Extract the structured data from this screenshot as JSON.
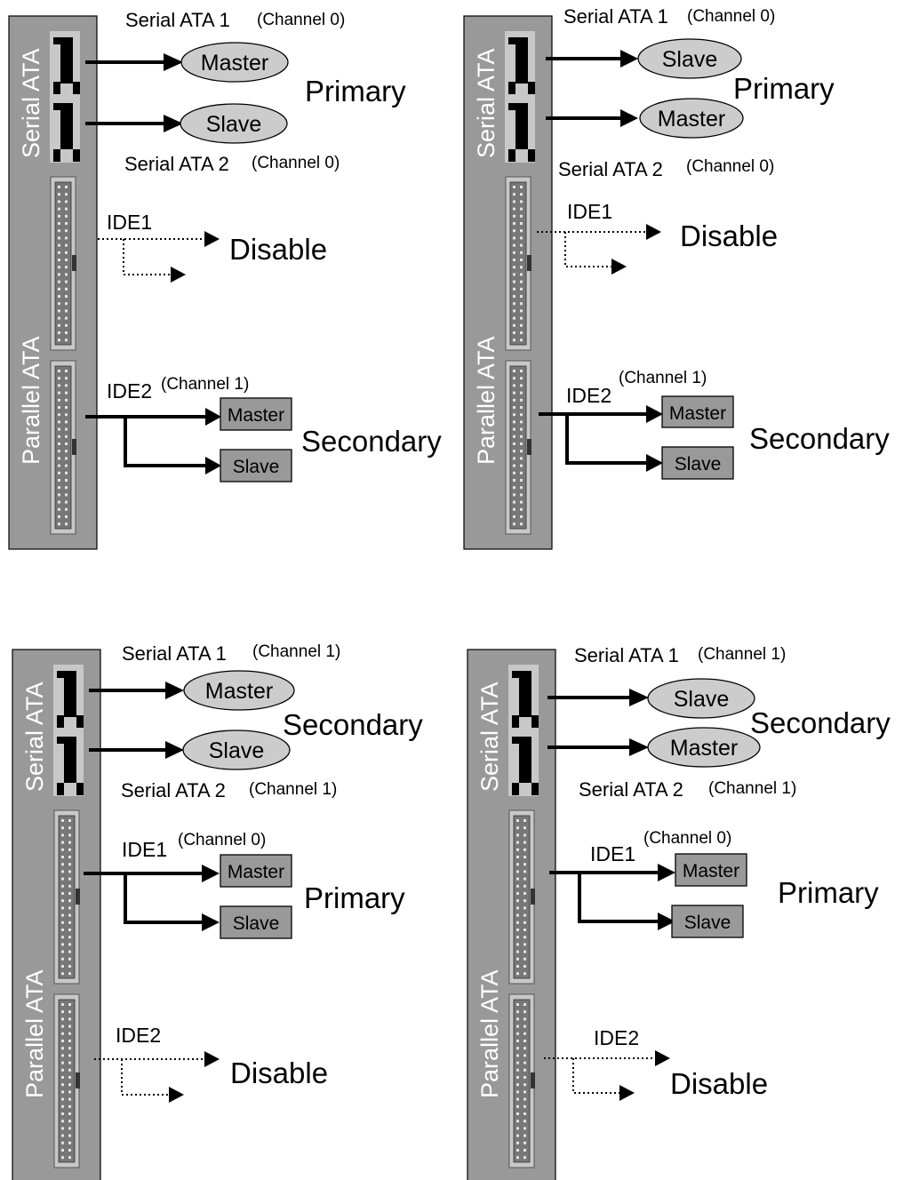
{
  "panels": [
    {
      "board_labels": {
        "serial": "Serial ATA",
        "parallel": "Parallel ATA"
      },
      "sata1": {
        "name": "Serial ATA 1",
        "channel": "(Channel 0)"
      },
      "sata2": {
        "name": "Serial ATA 2",
        "channel": "(Channel 0)"
      },
      "sata1_role": "Master",
      "sata2_role": "Slave",
      "sata_group": "Primary",
      "ide1": {
        "name": "IDE1",
        "channel": "",
        "state": "Disable",
        "master": "",
        "slave": "",
        "group": ""
      },
      "ide2": {
        "name": "IDE2",
        "channel": "(Channel 1)",
        "state": "",
        "master": "Master",
        "slave": "Slave",
        "group": "Secondary"
      }
    },
    {
      "board_labels": {
        "serial": "Serial ATA",
        "parallel": "Parallel ATA"
      },
      "sata1": {
        "name": "Serial ATA 1",
        "channel": "(Channel 0)"
      },
      "sata2": {
        "name": "Serial ATA 2",
        "channel": "(Channel 0)"
      },
      "sata1_role": "Slave",
      "sata2_role": "Master",
      "sata_group": "Primary",
      "ide1": {
        "name": "IDE1",
        "channel": "",
        "state": "Disable",
        "master": "",
        "slave": "",
        "group": ""
      },
      "ide2": {
        "name": "IDE2",
        "channel": "(Channel 1)",
        "state": "",
        "master": "Master",
        "slave": "Slave",
        "group": "Secondary"
      }
    },
    {
      "board_labels": {
        "serial": "Serial ATA",
        "parallel": "Parallel ATA"
      },
      "sata1": {
        "name": "Serial ATA 1",
        "channel": "(Channel 1)"
      },
      "sata2": {
        "name": "Serial ATA 2",
        "channel": "(Channel 1)"
      },
      "sata1_role": "Master",
      "sata2_role": "Slave",
      "sata_group": "Secondary",
      "ide1": {
        "name": "IDE1",
        "channel": "(Channel 0)",
        "state": "",
        "master": "Master",
        "slave": "Slave",
        "group": "Primary"
      },
      "ide2": {
        "name": "IDE2",
        "channel": "",
        "state": "Disable",
        "master": "",
        "slave": "",
        "group": ""
      }
    },
    {
      "board_labels": {
        "serial": "Serial ATA",
        "parallel": "Parallel ATA"
      },
      "sata1": {
        "name": "Serial ATA 1",
        "channel": "(Channel 1)"
      },
      "sata2": {
        "name": "Serial ATA 2",
        "channel": "(Channel 1)"
      },
      "sata1_role": "Slave",
      "sata2_role": "Master",
      "sata_group": "Secondary",
      "ide1": {
        "name": "IDE1",
        "channel": "(Channel 0)",
        "state": "",
        "master": "Master",
        "slave": "Slave",
        "group": "Primary"
      },
      "ide2": {
        "name": "IDE2",
        "channel": "",
        "state": "Disable",
        "master": "",
        "slave": "",
        "group": ""
      }
    }
  ]
}
